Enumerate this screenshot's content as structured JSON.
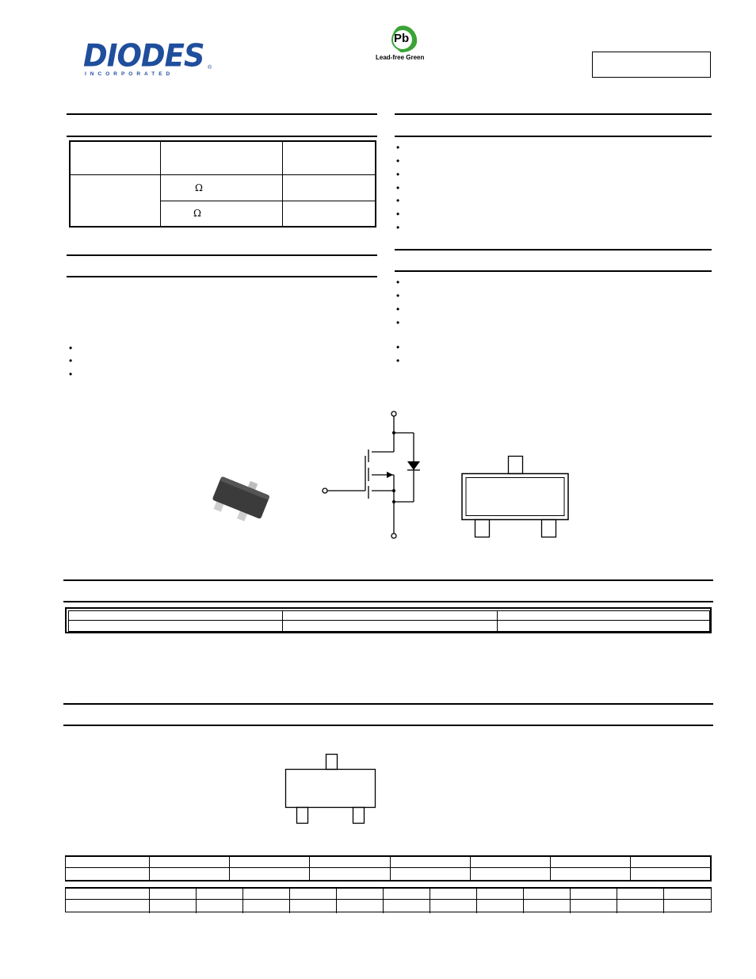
{
  "header": {
    "logo_text": "DIODES",
    "logo_subtext": "INCORPORATED",
    "logo_registered": "®",
    "leadfree_badge_text": "Lead-free Green",
    "leadfree_badge_symbol": "Pb",
    "part_number": ""
  },
  "product_summary": {
    "omega_1": "Ω",
    "omega_2": "Ω"
  },
  "colors": {
    "logo_blue": "#1f4e9c",
    "leaf_green": "#3aa335"
  },
  "icons": {
    "bullet": "•"
  }
}
